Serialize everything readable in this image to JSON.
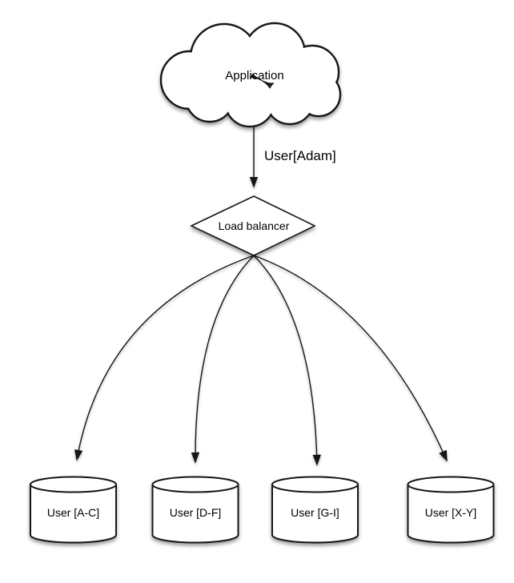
{
  "canvas": {
    "background": "#ffffff",
    "stroke_color": "#161616",
    "shape_fill": "#ffffff",
    "text_color": "#000000"
  },
  "nodes": {
    "application": {
      "type": "cloud",
      "label": "Application"
    },
    "load_balancer": {
      "type": "diamond",
      "label": "Load balancer"
    },
    "databases": [
      {
        "type": "cylinder",
        "label": "User [A-C]"
      },
      {
        "type": "cylinder",
        "label": "User [D-F]"
      },
      {
        "type": "cylinder",
        "label": "User [G-I]"
      },
      {
        "type": "cylinder",
        "label": "User [X-Y]"
      }
    ]
  },
  "edges": {
    "app_to_lb": {
      "label": "User[Adam]",
      "from": "Application",
      "to": "Load balancer"
    },
    "lb_to_db": [
      {
        "from": "Load balancer",
        "to": "User [A-C]"
      },
      {
        "from": "Load balancer",
        "to": "User [D-F]"
      },
      {
        "from": "Load balancer",
        "to": "User [G-I]"
      },
      {
        "from": "Load balancer",
        "to": "User [X-Y]"
      }
    ]
  }
}
